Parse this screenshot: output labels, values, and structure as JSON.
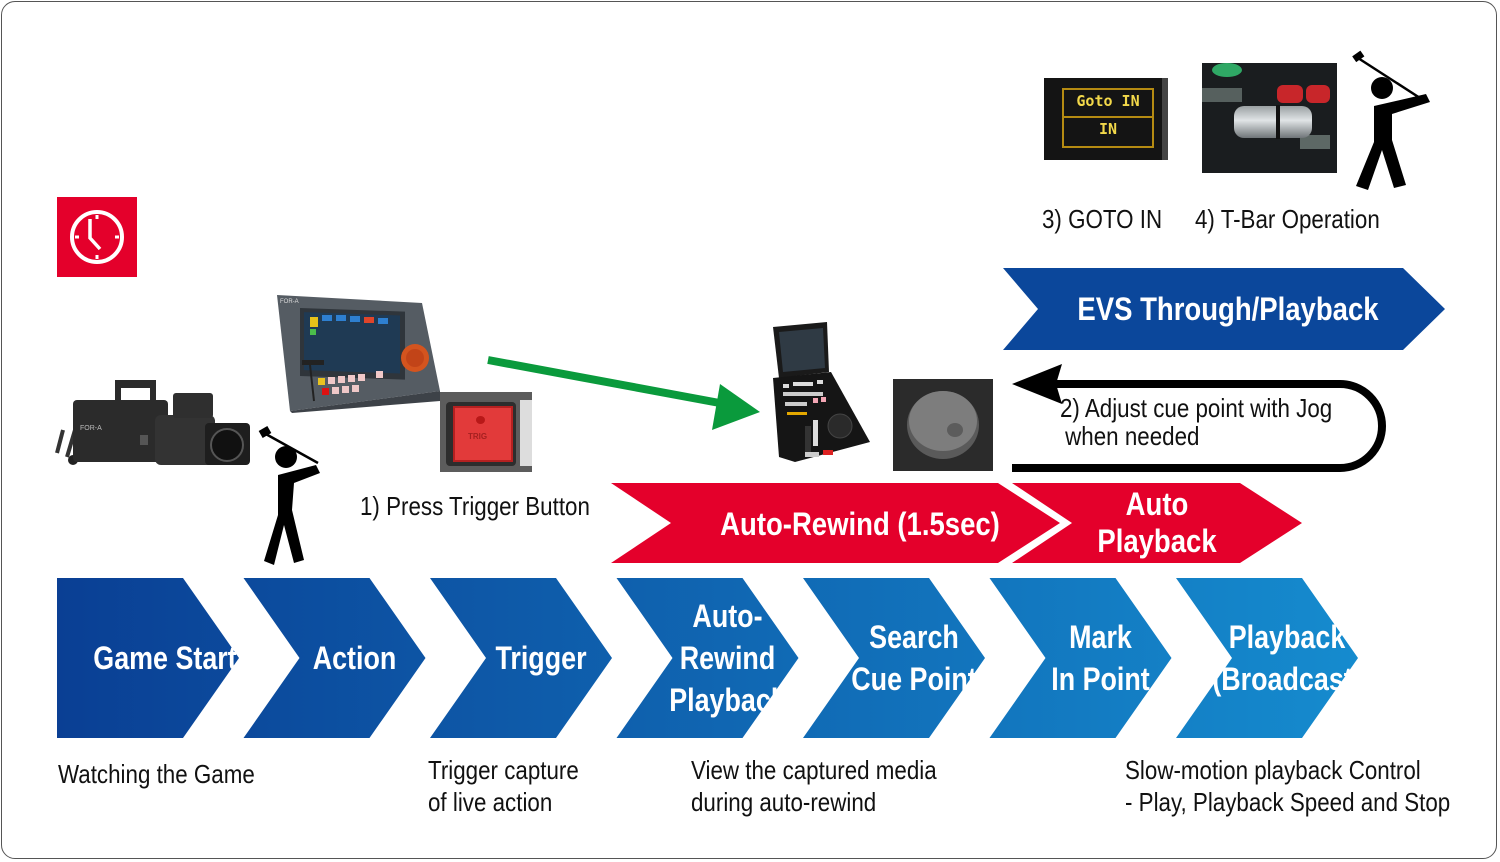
{
  "clock_badge": {
    "icon": "clock-icon",
    "color": "#e4002b"
  },
  "colors": {
    "blue_dark": "#0a3f94",
    "blue_light": "#1690d2",
    "evs_blue": "#0b479b",
    "red": "#e4002b",
    "green_arrow": "#0a9a3c",
    "black": "#000000"
  },
  "flow_steps": [
    {
      "lines": [
        "Game Start"
      ]
    },
    {
      "lines": [
        "Action"
      ]
    },
    {
      "lines": [
        "Trigger"
      ]
    },
    {
      "lines": [
        "Auto-",
        "Rewind",
        "Playback"
      ]
    },
    {
      "lines": [
        "Search",
        "Cue Point"
      ]
    },
    {
      "lines": [
        "Mark",
        "In Point"
      ]
    },
    {
      "lines": [
        "Playback",
        "(Broadcast)"
      ]
    }
  ],
  "descriptions": {
    "watching": "Watching the Game",
    "trigger": [
      "Trigger capture",
      "of live action"
    ],
    "view": [
      "View the captured media",
      "during auto-rewind"
    ],
    "slowmo": [
      "Slow-motion playback Control",
      "- Play, Playback Speed and Stop"
    ]
  },
  "red_banners": {
    "auto_rewind": "Auto-Rewind (1.5sec)",
    "auto_playback": [
      "Auto",
      "Playback"
    ]
  },
  "evs_banner": "EVS Through/Playback",
  "steps": {
    "press_trigger": "1) Press Trigger Button",
    "adjust_cue": [
      "2) Adjust cue point with Jog",
      "when needed"
    ],
    "goto_in": "3) GOTO IN",
    "tbar": "4) T-Bar Operation"
  },
  "goto_panel": {
    "top": "Goto IN",
    "bottom": "IN"
  },
  "trigger_button_label": "TRIG",
  "device_brand": "FOR-A"
}
